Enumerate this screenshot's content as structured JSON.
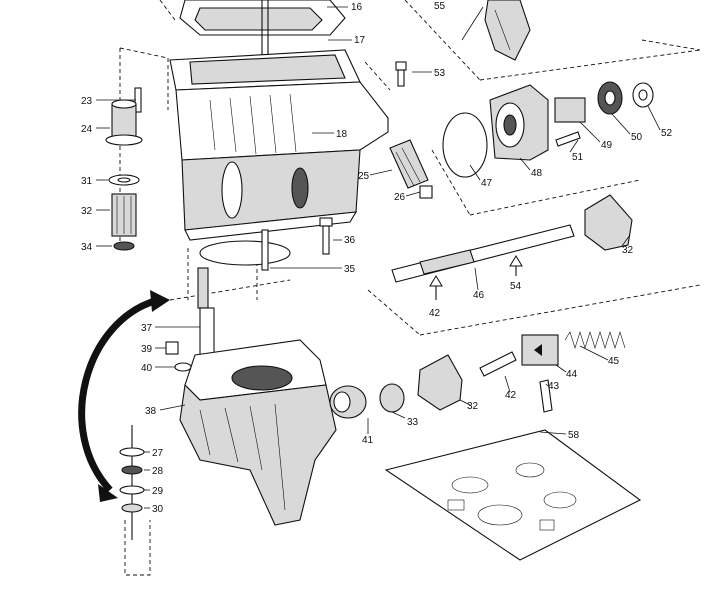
{
  "callouts": {
    "p16": "16",
    "p17": "17",
    "p18": "18",
    "p23": "23",
    "p24": "24",
    "p25": "25",
    "p26": "26",
    "p27": "27",
    "p28": "28",
    "p29": "29",
    "p30": "30",
    "p31": "31",
    "p32a": "32",
    "p32b": "32",
    "p32c": "32",
    "p33": "33",
    "p34": "34",
    "p35": "35",
    "p36": "36",
    "p37": "37",
    "p38": "38",
    "p39": "39",
    "p40": "40",
    "p41": "41",
    "p42a": "42",
    "p42b": "42",
    "p43": "43",
    "p44": "44",
    "p45": "45",
    "p46": "46",
    "p47": "47",
    "p48": "48",
    "p49": "49",
    "p50": "50",
    "p51": "51",
    "p52": "52",
    "p53": "53",
    "p54": "54",
    "p55": "55",
    "p58": "58"
  }
}
